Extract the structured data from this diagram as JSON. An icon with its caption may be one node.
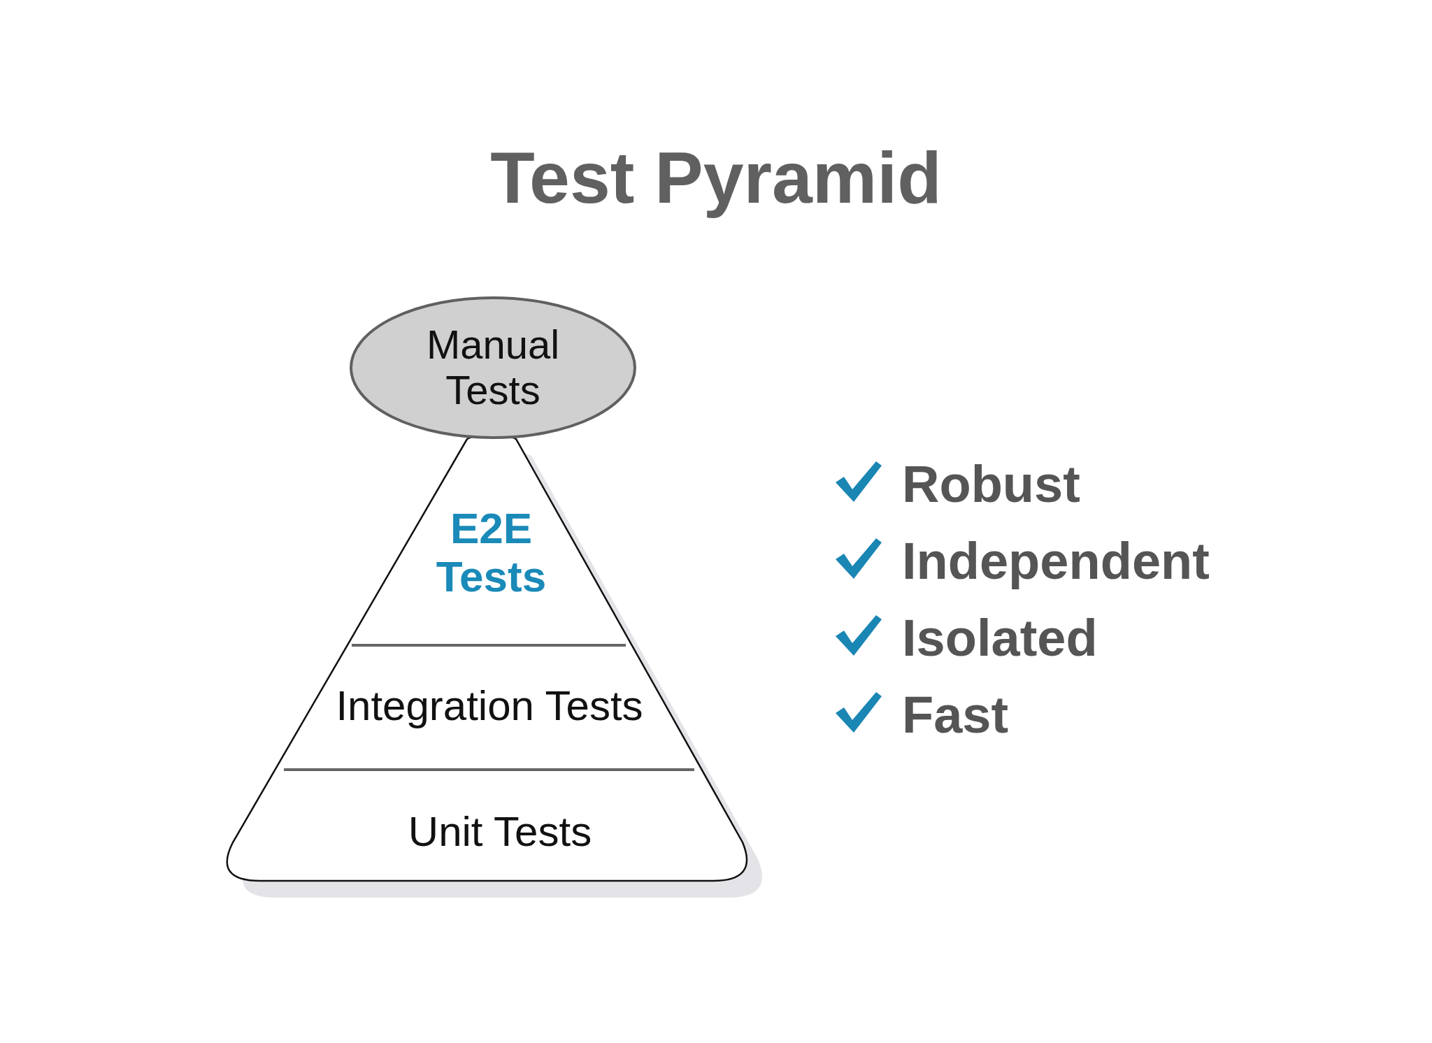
{
  "diagram": {
    "title": "Test Pyramid",
    "nodes": [
      {
        "text": [
          "Manual Tests"
        ]
      },
      {
        "text": [
          "E2E Tests"
        ]
      },
      {
        "text": [
          "Integration Tests"
        ]
      },
      {
        "text": [
          "Unit Tests"
        ]
      }
    ],
    "labels": [
      "Robust",
      "Independent",
      "Isolated",
      "Fast"
    ]
  }
}
